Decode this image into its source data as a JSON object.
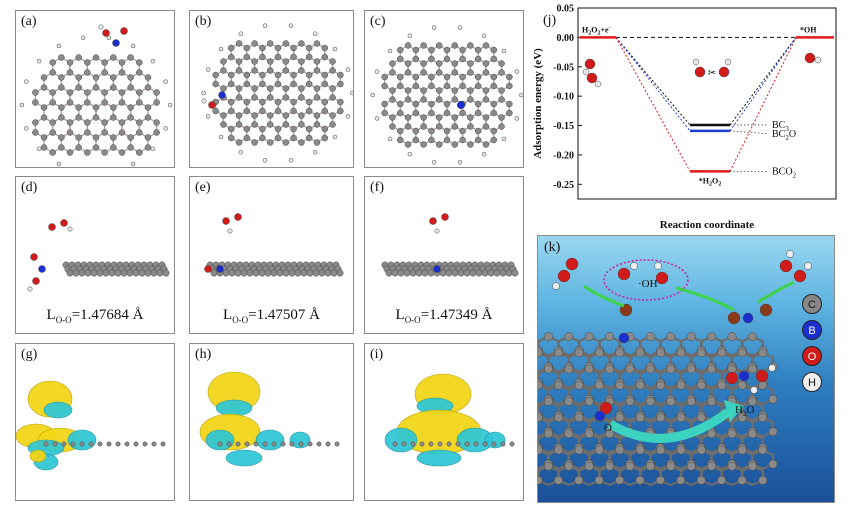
{
  "panels": {
    "a": "(a)",
    "b": "(b)",
    "c": "(c)",
    "d": "(d)",
    "e": "(e)",
    "f": "(f)",
    "g": "(g)",
    "h": "(h)",
    "i": "(i)",
    "k": "(k)"
  },
  "bond_lengths": {
    "d_main": "L",
    "d_sub": "O-O",
    "d_val": "=1.47684 Å",
    "e_main": "L",
    "e_sub": "O-O",
    "e_val": "=1.47507 Å",
    "f_main": "L",
    "f_sub": "O-O",
    "f_val": "=1.47349 Å"
  },
  "colors": {
    "carbon": "#8a8a8a",
    "hydrogen": "#e8e8e8",
    "oxygen": "#d11a1a",
    "boron": "#1b2fd1",
    "isosurface_yellow": "#f2d515",
    "isosurface_cyan": "#2fc6d6",
    "bc3": "#111111",
    "bc2o": "#1f3ed6",
    "bco2": "#e01b1b"
  },
  "chart_data": {
    "type": "line",
    "panel_label": "(j)",
    "xlabel": "Reaction coordinate",
    "ylabel": "Adsorption energy (eV)",
    "ylim": [
      -0.275,
      0.05
    ],
    "yticks": [
      "0.05",
      "0.00",
      "-0.05",
      "-0.10",
      "-0.15",
      "-0.20",
      "-0.25"
    ],
    "ytick_values": [
      0.05,
      0.0,
      -0.05,
      -0.1,
      -0.15,
      -0.2,
      -0.25
    ],
    "states": [
      {
        "label_main": "H",
        "label_sub1": "2",
        "label_mid": "O",
        "label_sub2": "2",
        "label_tail": "+e",
        "label_sup": "-"
      },
      {
        "label_main": "*H",
        "label_sub1": "2",
        "label_mid": "O",
        "label_sub2": "2"
      },
      {
        "label_main": "*OH"
      }
    ],
    "reference_line_value": 0.0,
    "series": [
      {
        "name_main": "BC",
        "name_sub": "3",
        "name_tail": "",
        "values": [
          0.0,
          -0.149,
          0.0
        ],
        "color": "#111111"
      },
      {
        "name_main": "BC",
        "name_sub": "2",
        "name_tail": "O",
        "values": [
          0.0,
          -0.159,
          0.0
        ],
        "color": "#1f3ed6"
      },
      {
        "name_main": "BCO",
        "name_sub": "2",
        "name_tail": "",
        "values": [
          0.0,
          -0.228,
          0.0
        ],
        "color": "#e01b1b"
      }
    ]
  },
  "k_panel": {
    "oh_label": "·OH",
    "h2o_main": "H",
    "h2o_sub": "2",
    "h2o_tail": "O",
    "o_label": "O",
    "legend": [
      {
        "letter": "C",
        "color": "#888888",
        "text_color": "#111111"
      },
      {
        "letter": "B",
        "color": "#1b2fd1",
        "text_color": "#ffffff"
      },
      {
        "letter": "O",
        "color": "#d11a1a",
        "text_color": "#ffffff"
      },
      {
        "letter": "H",
        "color": "#eeeeee",
        "text_color": "#111111"
      }
    ]
  }
}
